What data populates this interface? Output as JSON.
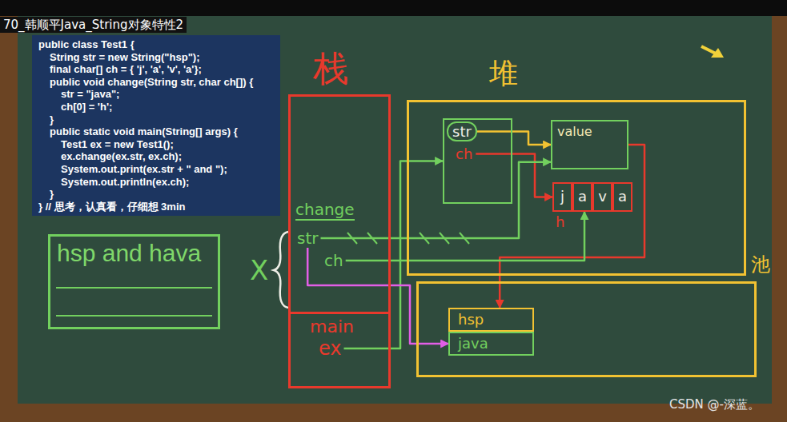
{
  "diagram": {
    "nodes": [
      {
        "text": [
          "public class Test1 {",
          "String str = new String(\"hsp\");",
          "final char[] ch = { 'j', 'a', 'v', 'a'};",
          "public void change(String str, char ch[]) {",
          "str = \"java\";",
          "ch[0] = 'h';",
          "}",
          "public static void main(String[] args) {",
          "Test1 ex = new Test1();",
          "ex.change(ex.str, ex.ch);",
          "System.out.print(ex.str + \" and \");",
          "System.out.println(ex.ch);",
          "}",
          "} // 思考，认真看，仔细想 3min"
        ]
      },
      {
        "text": [
          "hsp and hava"
        ]
      },
      {
        "text": [
          "栈"
        ]
      },
      {
        "text": [
          "change"
        ],
        "in": 2
      },
      {
        "text": [
          "str"
        ],
        "in": 3
      },
      {
        "text": [
          "ch"
        ],
        "in": 3
      },
      {
        "text": [
          "main"
        ],
        "in": 2
      },
      {
        "text": [
          "ex"
        ],
        "in": 6
      },
      {
        "text": [
          "堆"
        ]
      },
      {
        "text": [],
        "in": 8
      },
      {
        "text": [
          "str"
        ],
        "in": 9
      },
      {
        "text": [
          "ch"
        ],
        "in": 9
      },
      {
        "text": [
          "value"
        ],
        "in": 8
      },
      {
        "text": [
          "j",
          "a",
          "v",
          "a"
        ],
        "in": 8
      },
      {
        "text": [
          "池"
        ]
      },
      {
        "text": [
          "hsp"
        ],
        "in": 14
      },
      {
        "text": [
          "java"
        ],
        "in": 14
      }
    ],
    "edges": [
      {
        "from": 7,
        "to": 9,
        "arrow": "to"
      },
      {
        "from": 10,
        "to": 12,
        "arrow": "to"
      },
      {
        "from": 11,
        "to": 13,
        "arrow": "to"
      },
      {
        "from": 12,
        "to": 15,
        "arrow": "to"
      },
      {
        "from": 4,
        "to": 12,
        "arrow": "to"
      },
      {
        "from": 5,
        "to": 13,
        "arrow": "to"
      },
      {
        "from": 4,
        "to": 16,
        "arrow": "to"
      }
    ],
    "labels": [
      "70_韩顺平Java_String对象特性2",
      "h",
      "X",
      "CSDN @-深蓝。"
    ]
  }
}
